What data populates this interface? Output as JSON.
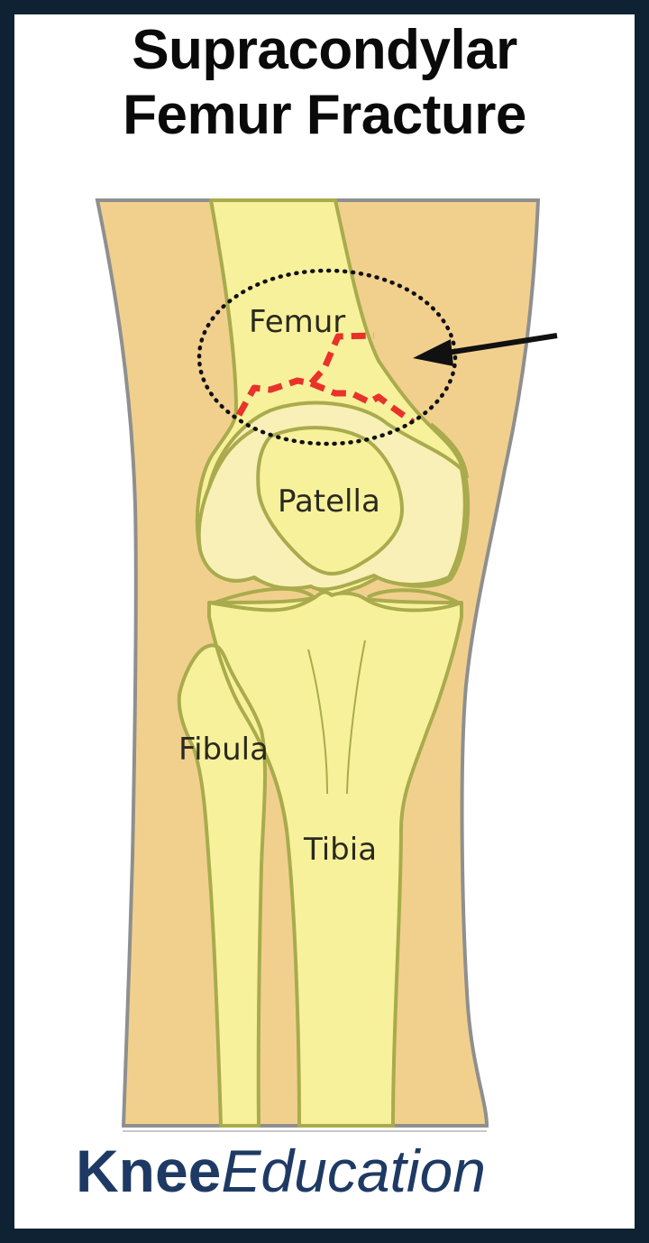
{
  "title": {
    "line1": "Supracondylar",
    "line2": "Femur Fracture"
  },
  "labels": {
    "femur": "Femur",
    "patella": "Patella",
    "fibula": "Fibula",
    "tibia": "Tibia"
  },
  "annotations": {
    "fracture_line": "red dashed fracture line",
    "highlight_circle": "dotted ellipse around supracondylar region",
    "arrow": "arrow pointing to fracture"
  },
  "brand": {
    "part1": "Knee",
    "part2": "Education"
  },
  "colors": {
    "frame": "#0f2233",
    "skin": "#f1d08e",
    "bone": "#f8f19c",
    "bone_light": "#f8f0b6",
    "bone_outline": "#a9ab4c",
    "leg_outline": "#8f8f8f",
    "fracture": "#e8322a",
    "brand": "#1e3a64"
  }
}
